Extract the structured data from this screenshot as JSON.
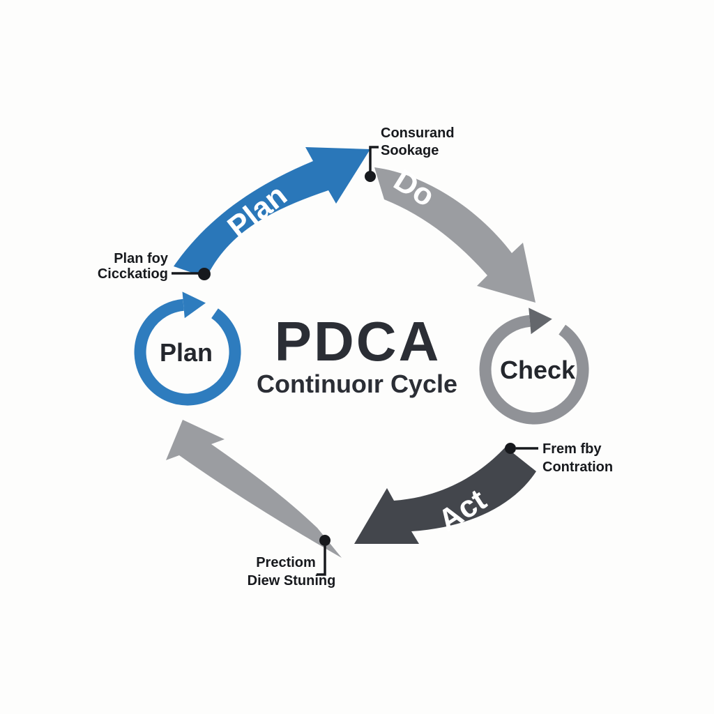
{
  "diagram": {
    "title": "PDCA",
    "subtitle": "Continuoır Cycle",
    "nodes": {
      "plan": "Plan",
      "check": "Check"
    },
    "arrows": {
      "plan": "Plan",
      "do": "Do",
      "act": "Act"
    },
    "callouts": {
      "top": {
        "line1": "Consurand",
        "line2": "Sookage"
      },
      "left": {
        "line1": "Plan foy",
        "line2": "Cicckatiog"
      },
      "right": {
        "line1": "Frem fby",
        "line2": "Contration"
      },
      "bottom": {
        "line1": "Prectiom",
        "line2": "Diew Stuning"
      }
    },
    "colors": {
      "blue": "#2a77b9",
      "ring_blue": "#2e7cbe",
      "light_gray": "#9b9da1",
      "dark_gray": "#43464c",
      "ring_gray": "#909297",
      "ring_gray_head": "#64676c",
      "text_dark": "#2b2e35",
      "label_dark": "#17191d"
    }
  }
}
